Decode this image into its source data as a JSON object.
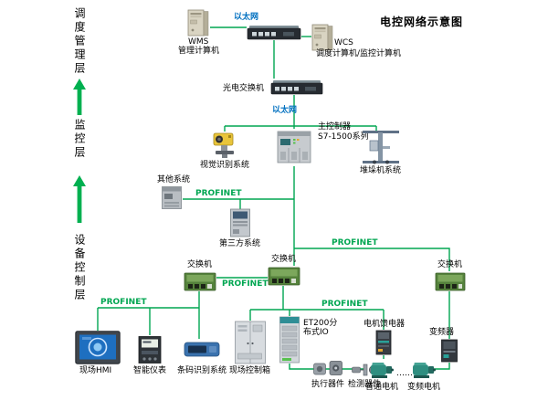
{
  "title": "电控网络示意图",
  "layers": {
    "management": "调度管理层",
    "monitoring": "监控层",
    "device": "设备控制层"
  },
  "net": {
    "ethernet_top": "以太网",
    "ethernet_mid": "以太网",
    "profinet_other": "PROFINET",
    "profinet_switches": "PROFINET",
    "profinet_right": "PROFINET",
    "profinet_left_bus": "PROFINET",
    "profinet_mid_bus": "PROFINET"
  },
  "nodes": {
    "wms": "WMS",
    "wms_desc": "管理计算机",
    "wcs": "WCS",
    "wcs_desc": "调度计算机/监控计算机",
    "optical_switch": "光电交换机",
    "controller": "主控制器",
    "controller_model": "S7-1500系列",
    "vision": "视觉识别系统",
    "stacker": "堆垛机系统",
    "other": "其他系统",
    "third_party": "第三方系统",
    "switch_left": "交换机",
    "switch_mid": "交换机",
    "switch_right": "交换机",
    "hmi": "现场HMI",
    "meter": "智能仪表",
    "barcode": "条码识别系统",
    "control_box": "现场控制箱",
    "et200_l1": "ET200分",
    "et200_l2": "布式IO",
    "actuator": "执行器件",
    "detector": "检测器件",
    "feeder": "电机馈电器",
    "motor_normal": "普通电机",
    "more": "……",
    "motor_vfd": "变频电机",
    "inverter": "变频器"
  },
  "colors": {
    "line_green": "#00a651",
    "arrow_green": "#00b050",
    "ethernet_blue": "#0070c0"
  }
}
